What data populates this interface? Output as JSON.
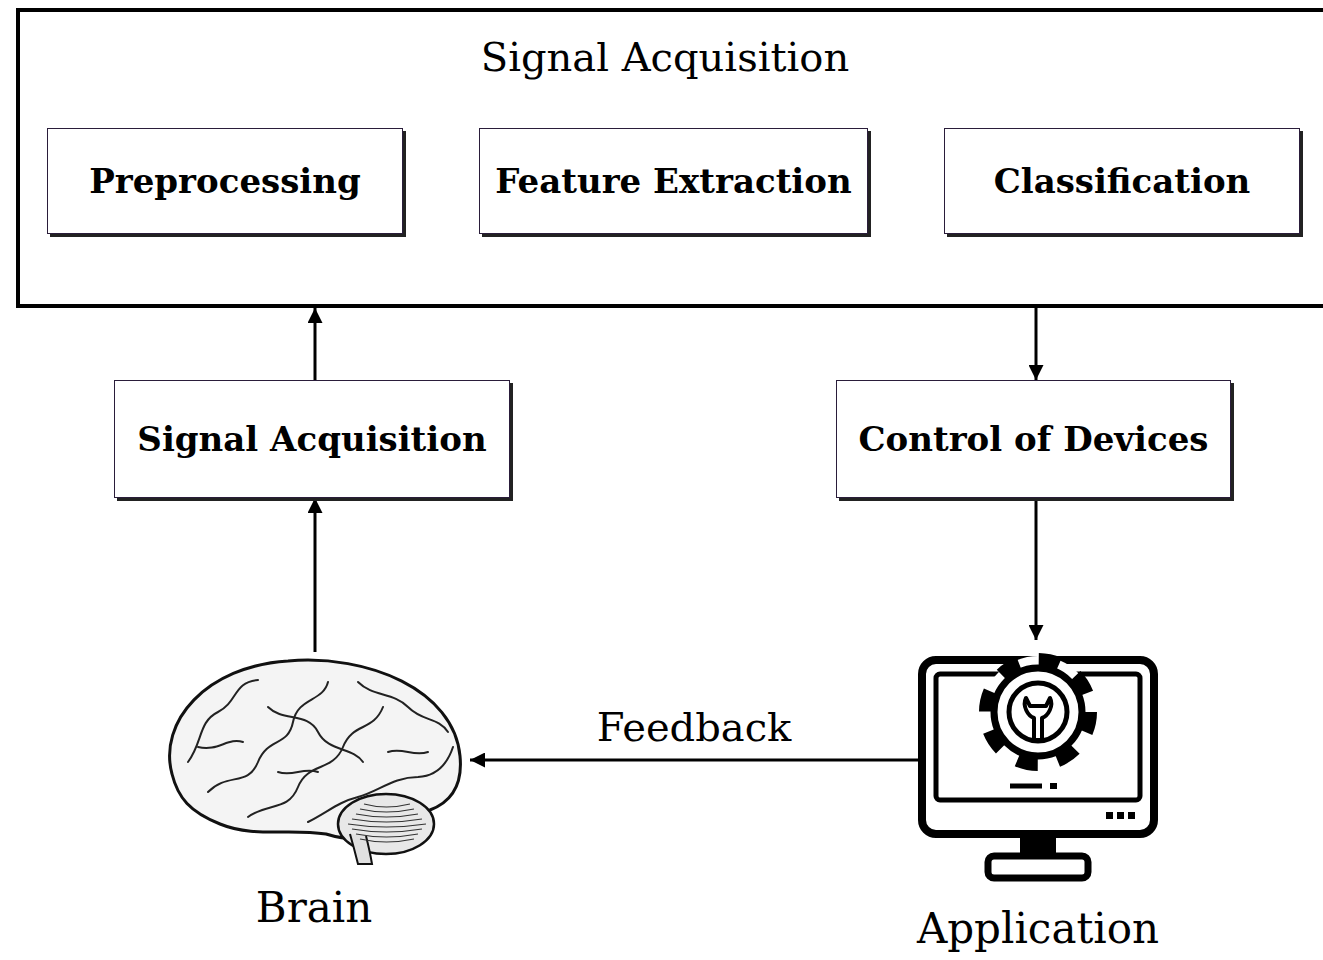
{
  "diagram": {
    "nodes": [
      {
        "text": [
          "Signal Acquisition"
        ]
      },
      {
        "text": [
          "Preprocessing"
        ],
        "in": 0
      },
      {
        "text": [
          "Feature Extraction"
        ],
        "in": 0
      },
      {
        "text": [
          "Classification"
        ],
        "in": 0
      },
      {
        "text": [
          "Signal Acquisition"
        ]
      },
      {
        "text": [
          "Control of Devices"
        ]
      },
      {
        "text": [
          "Brain"
        ]
      },
      {
        "text": [
          "Application"
        ]
      }
    ],
    "edges": [
      {
        "from": 1,
        "to": 2,
        "arrow": "to"
      },
      {
        "from": 2,
        "to": 3,
        "arrow": "to"
      },
      {
        "from": 4,
        "to": 0,
        "arrow": "to"
      },
      {
        "from": 0,
        "to": 5,
        "arrow": "to"
      },
      {
        "from": 6,
        "to": 4,
        "arrow": "to"
      },
      {
        "from": 5,
        "to": 7,
        "arrow": "to"
      },
      {
        "from": 7,
        "to": 6,
        "label": "Feedback",
        "arrow": "to"
      }
    ]
  }
}
